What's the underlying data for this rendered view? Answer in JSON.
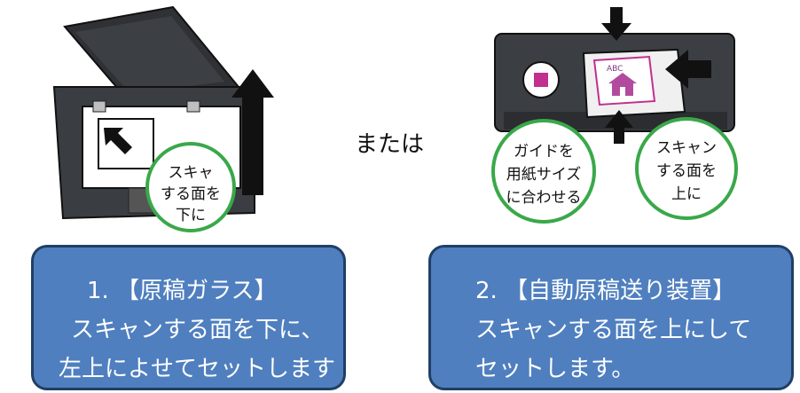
{
  "or_label": "または",
  "left": {
    "bubble": [
      "スキャ",
      "する面を",
      "下に"
    ],
    "panel": [
      "1. 【原稿ガラス】",
      "スキャンする面を下に、",
      "左上によせてセットします"
    ]
  },
  "right": {
    "paper_text": "ABC",
    "bubble_guide": [
      "ガイドを",
      "用紙サイズ",
      "に合わせる"
    ],
    "bubble_face": [
      "スキャン",
      "する面を",
      "上に"
    ],
    "panel": [
      "2. 【自動原稿送り装置】",
      "スキャンする面を上にして",
      "セットします。"
    ]
  },
  "colors": {
    "panel_fill": "#4f7fbf",
    "panel_border": "#1f3f66",
    "bubble_border": "#3aa84a",
    "accent_pink": "#c12f8f"
  }
}
